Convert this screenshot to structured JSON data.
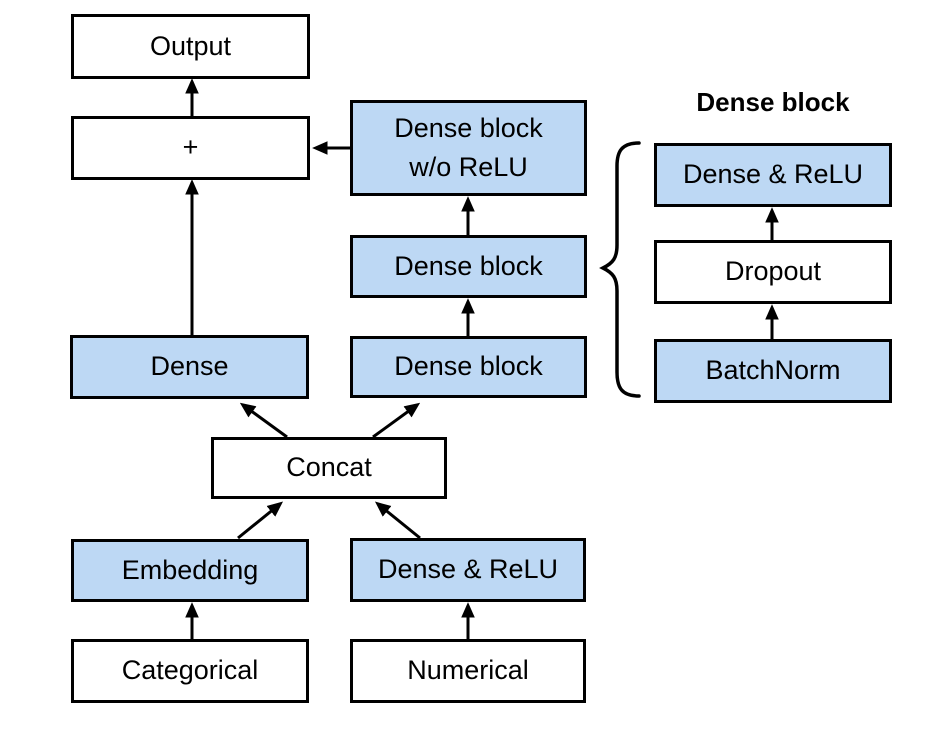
{
  "diagram": {
    "title": "Dense block",
    "colors": {
      "blue_fill": "#bdd8f4",
      "white_fill": "#ffffff",
      "stroke": "#000000",
      "background": "#ffffff"
    },
    "nodes": {
      "output": "Output",
      "plus": "+",
      "dense_wo_relu_line1": "Dense block",
      "dense_wo_relu_line2": "w/o ReLU",
      "dense_block_mid": "Dense block",
      "dense_block_low": "Dense block",
      "dense": "Dense",
      "concat": "Concat",
      "embedding": "Embedding",
      "dense_relu": "Dense & ReLU",
      "categorical": "Categorical",
      "numerical": "Numerical"
    },
    "legend": {
      "title": "Dense block",
      "dense_relu": "Dense & ReLU",
      "dropout": "Dropout",
      "batchnorm": "BatchNorm"
    },
    "edges": [
      {
        "from": "plus",
        "to": "output"
      },
      {
        "from": "dense",
        "to": "plus"
      },
      {
        "from": "dense_wo_relu",
        "to": "plus"
      },
      {
        "from": "dense_block_mid",
        "to": "dense_wo_relu"
      },
      {
        "from": "dense_block_low",
        "to": "dense_block_mid"
      },
      {
        "from": "concat",
        "to": "dense"
      },
      {
        "from": "concat",
        "to": "dense_block_low"
      },
      {
        "from": "embedding",
        "to": "concat"
      },
      {
        "from": "dense_relu",
        "to": "concat"
      },
      {
        "from": "categorical",
        "to": "embedding"
      },
      {
        "from": "numerical",
        "to": "dense_relu"
      },
      {
        "from": "legend_dropout",
        "to": "legend_dense_relu"
      },
      {
        "from": "legend_batchnorm",
        "to": "legend_dropout"
      }
    ]
  }
}
